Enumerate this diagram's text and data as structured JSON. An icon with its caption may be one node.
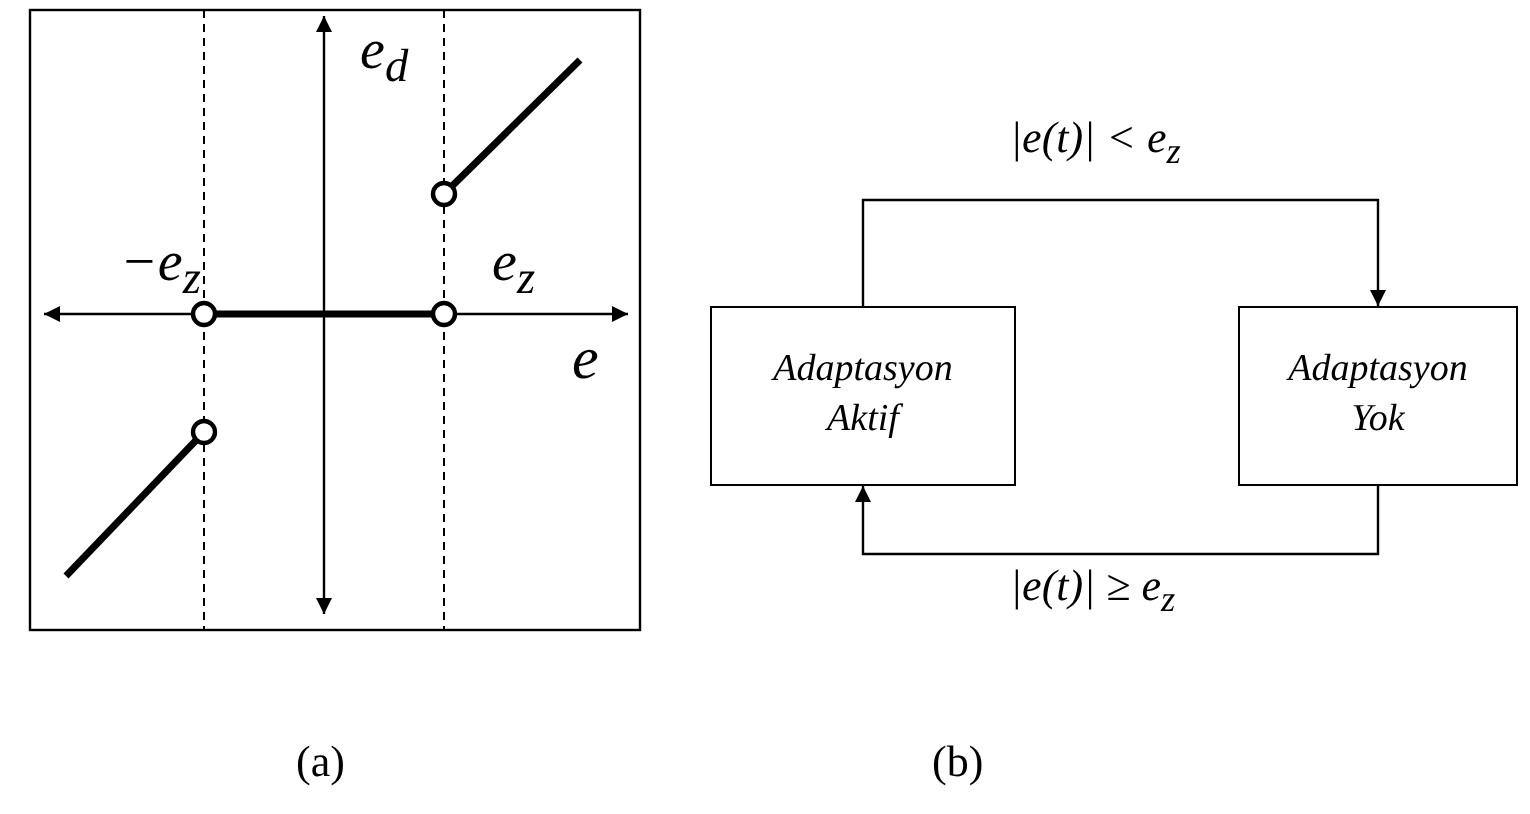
{
  "diagram": {
    "nodes": [
      {
        "text": [
          "Adaptasyon Aktif"
        ]
      },
      {
        "text": [
          "Adaptasyon Yok"
        ]
      }
    ],
    "edges": [
      {
        "from": 0,
        "to": 1,
        "arrow": "to",
        "label": "|e(t)| < e$_{z}$"
      },
      {
        "from": 1,
        "to": 0,
        "arrow": "to",
        "label": "|e(t)| ≥ e$_{z}$"
      }
    ],
    "labels": [
      "e$_{d}$",
      "−e$_{z}$",
      "e$_{z}$",
      "e",
      "(a)",
      "(b)"
    ]
  }
}
